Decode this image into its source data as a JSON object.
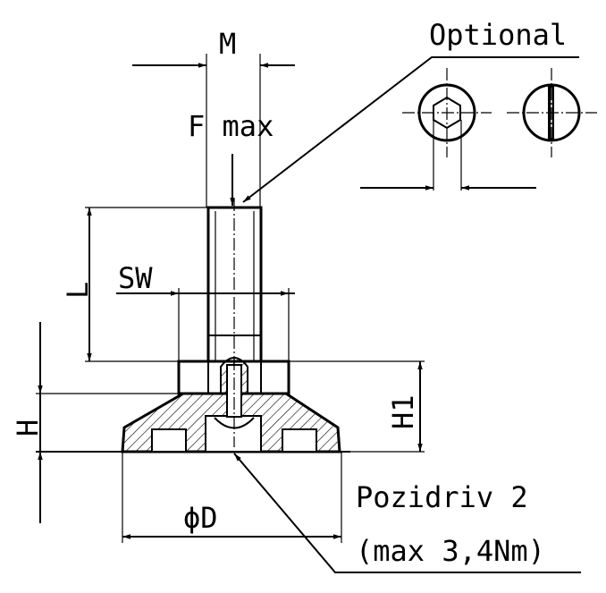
{
  "labels": {
    "m": "M",
    "f_max": "F max",
    "optional": "Optional",
    "sw": "SW",
    "l": "L",
    "h": "H",
    "h1": "H1",
    "d": "ϕD",
    "pozidriv": "Pozidriv 2",
    "torque": "(max 3,4Nm)"
  },
  "colors": {
    "line": "#000000",
    "background": "#ffffff"
  }
}
